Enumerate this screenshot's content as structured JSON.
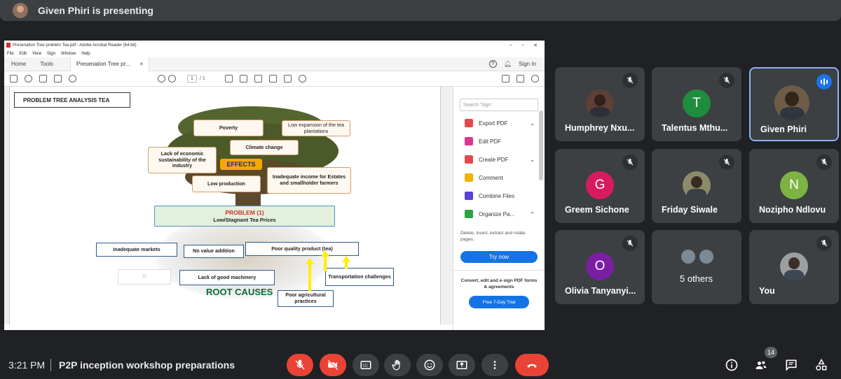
{
  "header": {
    "presenting_text": "Given Phiri is presenting"
  },
  "acrobat": {
    "window_title": "Presenation Tree problem Tea.pdf - Adobe Acrobat Reader (64-bit)",
    "menu": [
      "File",
      "Edit",
      "View",
      "Sign",
      "Window",
      "Help"
    ],
    "tabs": {
      "home": "Home",
      "tools": "Tools",
      "doc": "Presenation Tree pr...",
      "doc_close": "×"
    },
    "sign_in": "Sign In",
    "page_current": "1",
    "page_total": "/ 1",
    "search_placeholder": "Search 'Sign'",
    "tools": [
      {
        "label": "Export PDF",
        "icon": "export-pdf-icon",
        "color": "#e34850",
        "chevron": "⌄"
      },
      {
        "label": "Edit PDF",
        "icon": "edit-pdf-icon",
        "color": "#d83790",
        "chevron": ""
      },
      {
        "label": "Create PDF",
        "icon": "create-pdf-icon",
        "color": "#e34850",
        "chevron": "⌄"
      },
      {
        "label": "Comment",
        "icon": "comment-icon",
        "color": "#f0b400",
        "chevron": ""
      },
      {
        "label": "Combine Files",
        "icon": "combine-files-icon",
        "color": "#5a3fd9",
        "chevron": ""
      },
      {
        "label": "Organize Pa...",
        "icon": "organize-pages-icon",
        "color": "#2aa341",
        "chevron": "⌃"
      }
    ],
    "panel_description": "Delete, insert, extract and rotate pages.",
    "try_now": "Try now",
    "convert_text": "Convert, edit and e-sign PDF forms & agreements",
    "free_trial": "Free 7-Day Trial"
  },
  "slide": {
    "title": "PROBLEM TREE ANALYSIS  TEA",
    "effects": {
      "poverty": "Poverty",
      "low_expansion": "Low expansion of the tea plantations",
      "climate_change": "Climate change",
      "lack_economic": "Lack of economic sustainability of the industry",
      "effects_label": "EFFECTS",
      "inadequate_income": "Inadequate income for Estates and smallholder farmers",
      "low_production": "Low production"
    },
    "problem": {
      "title": "PROBLEM  (1)",
      "subtitle": "Low/Stagnant Tea Prices"
    },
    "causes": {
      "inadequate_markets": "Inadequate markets",
      "no_value_addition": "No value addition",
      "poor_quality": "Poor quality product (tea)",
      "lack_machinery": "Lack of good machinery",
      "transportation": "Transportation challenges",
      "poor_practices": "Poor agricultural practices",
      "faint_box": "Tr"
    },
    "root_causes": "ROOT CAUSES"
  },
  "participants": [
    {
      "name": "Humphrey Nxu...",
      "initial": "",
      "avatar_color": "#5d4037",
      "photo": true,
      "muted": true
    },
    {
      "name": "Talentus Mthu...",
      "initial": "T",
      "avatar_color": "#1e8e3e",
      "photo": false,
      "muted": true
    },
    {
      "name": "Given Phiri",
      "initial": "",
      "avatar_color": "#6d5c48",
      "photo": true,
      "muted": false,
      "speaking": true
    },
    {
      "name": "Greem Sichone",
      "initial": "G",
      "avatar_color": "#d81b60",
      "photo": false,
      "muted": true
    },
    {
      "name": "Friday Siwale",
      "initial": "",
      "avatar_color": "#8d8a6a",
      "photo": true,
      "muted": true
    },
    {
      "name": "Nozipho Ndlovu",
      "initial": "N",
      "avatar_color": "#7cb342",
      "photo": false,
      "muted": true
    },
    {
      "name": "Olivia Tanyanyi...",
      "initial": "O",
      "avatar_color": "#7b1fa2",
      "photo": false,
      "muted": true
    },
    {
      "name": "5 others",
      "initial": "",
      "avatar_color": "#3c4043",
      "photo": false,
      "muted": false
    },
    {
      "name": "You",
      "initial": "",
      "avatar_color": "#9e9e9e",
      "photo": true,
      "muted": true
    }
  ],
  "footer": {
    "time": "3:21 PM",
    "meeting_title": "P2P inception workshop preparations",
    "people_count": "14"
  },
  "colors": {
    "red": "#ea4335",
    "bg": "#202124",
    "tile": "#3c4043",
    "accent": "#8ab4f8"
  }
}
